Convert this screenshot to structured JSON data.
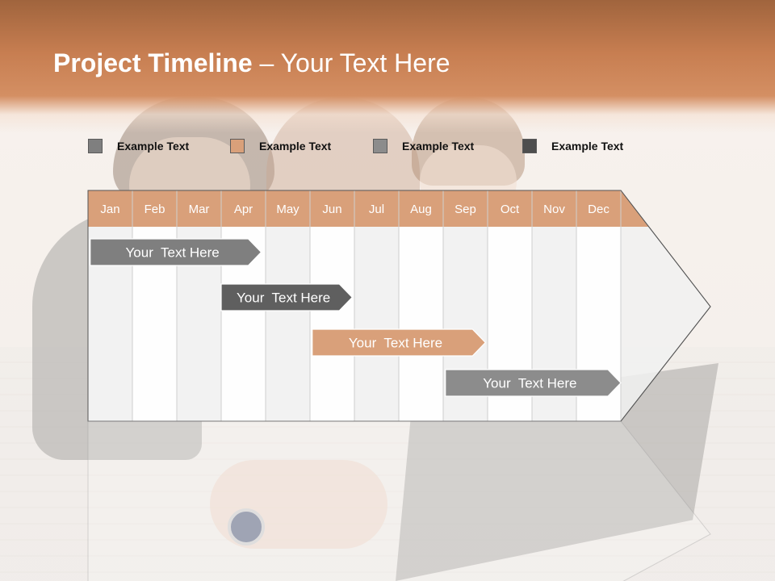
{
  "title": {
    "main": "Project Timeline",
    "separator": " – ",
    "sub": "Your Text Here"
  },
  "colors": {
    "header": "#c77e51",
    "accent": "#d9a07a",
    "dark_gray": "#5f5f5f",
    "mid_gray": "#7f7f7f",
    "light_gray": "#8c8c8c",
    "darkest_gray": "#4e4e4e"
  },
  "legend": [
    {
      "label": "Example Text",
      "color": "#7f7f7f"
    },
    {
      "label": "Example Text",
      "color": "#d9a07a"
    },
    {
      "label": "Example Text",
      "color": "#8c8c8c"
    },
    {
      "label": "Example Text",
      "color": "#4e4e4e"
    }
  ],
  "timeline": {
    "months": [
      "Jan",
      "Feb",
      "Mar",
      "Apr",
      "May",
      "Jun",
      "Jul",
      "Aug",
      "Sep",
      "Oct",
      "Nov",
      "Dec"
    ],
    "tasks": [
      {
        "label": "Your  Text Here",
        "start_month": 0.05,
        "end_month": 3.9,
        "color": "#7f7f7f"
      },
      {
        "label": "Your  Text Here",
        "start_month": 3.0,
        "end_month": 5.95,
        "color": "#5f5f5f"
      },
      {
        "label": "Your  Text Here",
        "start_month": 5.05,
        "end_month": 8.95,
        "color": "#d9a07a"
      },
      {
        "label": "Your  Text Here",
        "start_month": 8.05,
        "end_month": 12.0,
        "color": "#8c8c8c"
      }
    ]
  }
}
